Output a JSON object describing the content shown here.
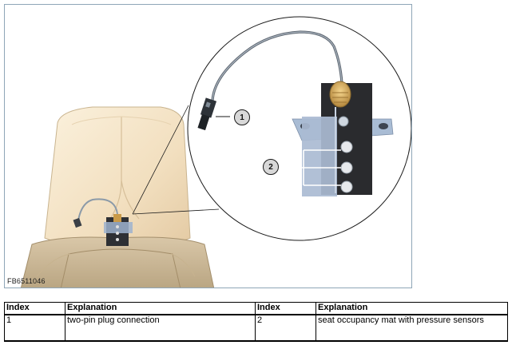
{
  "figure": {
    "id": "FB6511046",
    "callouts": [
      "1",
      "2"
    ]
  },
  "legend": {
    "headers": [
      "Index",
      "Explanation",
      "Index",
      "Explanation"
    ],
    "rows": [
      {
        "index_a": "1",
        "explanation_a": "two-pin plug connection",
        "index_b": "2",
        "explanation_b": "seat occupancy mat with pressure sensors"
      }
    ]
  },
  "colors": {
    "frame": "#8fa6b7",
    "seat": "#f3e2c6",
    "mat_plate": "#aebfd6",
    "mat_dark": "#2b2b2b"
  }
}
